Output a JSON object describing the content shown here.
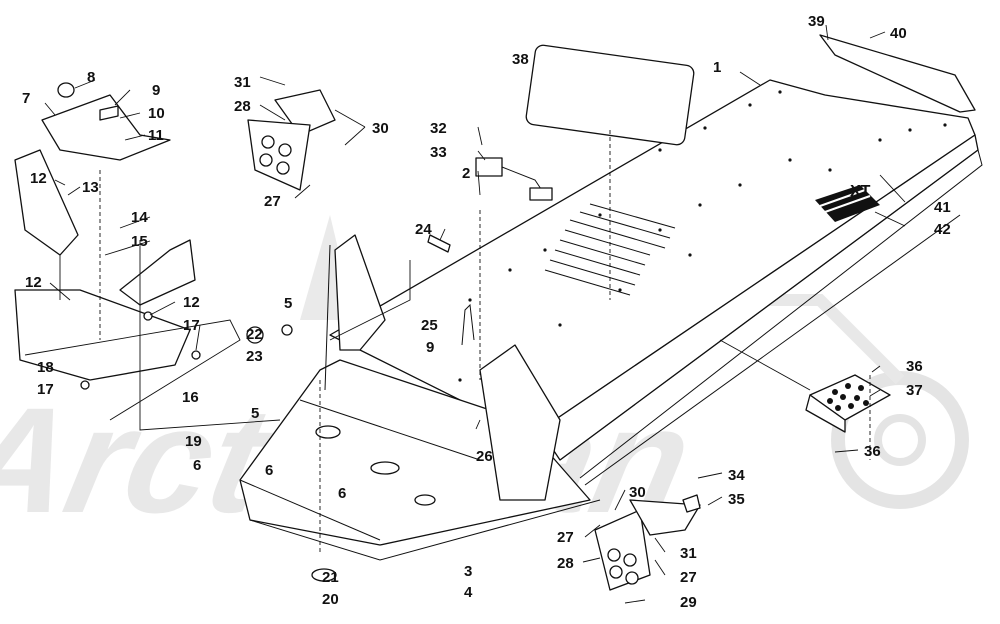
{
  "watermark": {
    "text": "ArcticMan"
  },
  "callouts": [
    "1",
    "2",
    "3",
    "4",
    "5",
    "5",
    "6",
    "6",
    "6",
    "7",
    "8",
    "9",
    "9",
    "10",
    "11",
    "12",
    "12",
    "12",
    "13",
    "14",
    "15",
    "16",
    "17",
    "17",
    "18",
    "19",
    "20",
    "21",
    "22",
    "23",
    "24",
    "25",
    "26",
    "27",
    "27",
    "27",
    "28",
    "28",
    "29",
    "30",
    "30",
    "31",
    "31",
    "32",
    "33",
    "34",
    "35",
    "36",
    "36",
    "37",
    "38",
    "39",
    "40",
    "41",
    "42"
  ],
  "decal": {
    "text": "XT"
  }
}
